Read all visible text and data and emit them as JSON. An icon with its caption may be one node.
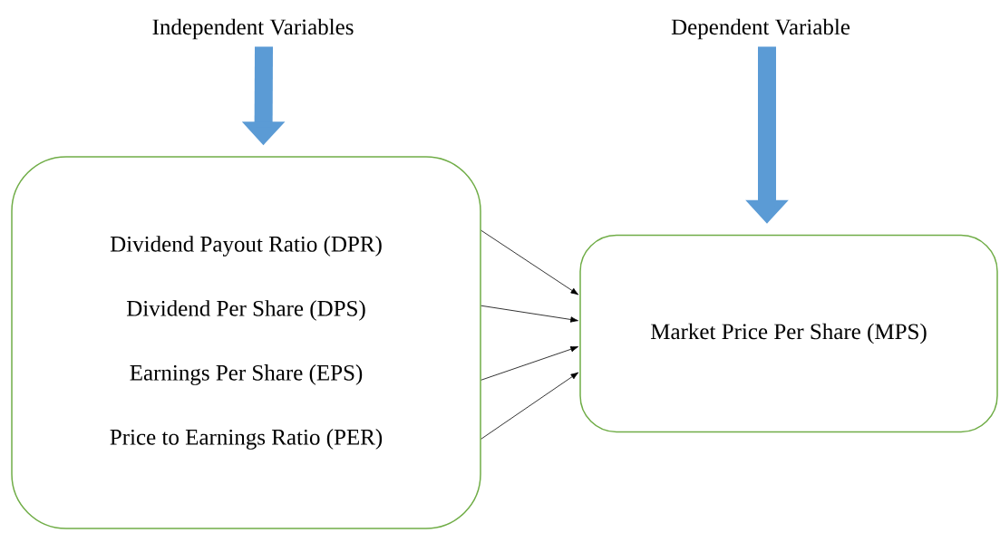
{
  "diagram": {
    "nodes": [
      {
        "text": [
          "Independent Variables"
        ]
      },
      {
        "text": [
          "Dependent Variable"
        ]
      },
      {
        "text": [
          "Dividend Payout Ratio (DPR)",
          "Dividend Per Share (DPS)",
          "Earnings Per Share (EPS)",
          "Price to Earnings Ratio (PER)"
        ]
      },
      {
        "text": [
          "Market Price Per Share (MPS)"
        ]
      }
    ],
    "edges": [
      {
        "from": 0,
        "to": 2,
        "arrow": "to",
        "style": "thick",
        "color": "#5b9bd5"
      },
      {
        "from": 1,
        "to": 3,
        "arrow": "to",
        "style": "thick",
        "color": "#5b9bd5"
      },
      {
        "from": 2,
        "to": 3,
        "arrow": "to"
      },
      {
        "from": 2,
        "to": 3,
        "arrow": "to"
      },
      {
        "from": 2,
        "to": 3,
        "arrow": "to"
      },
      {
        "from": 2,
        "to": 3,
        "arrow": "to"
      }
    ]
  }
}
